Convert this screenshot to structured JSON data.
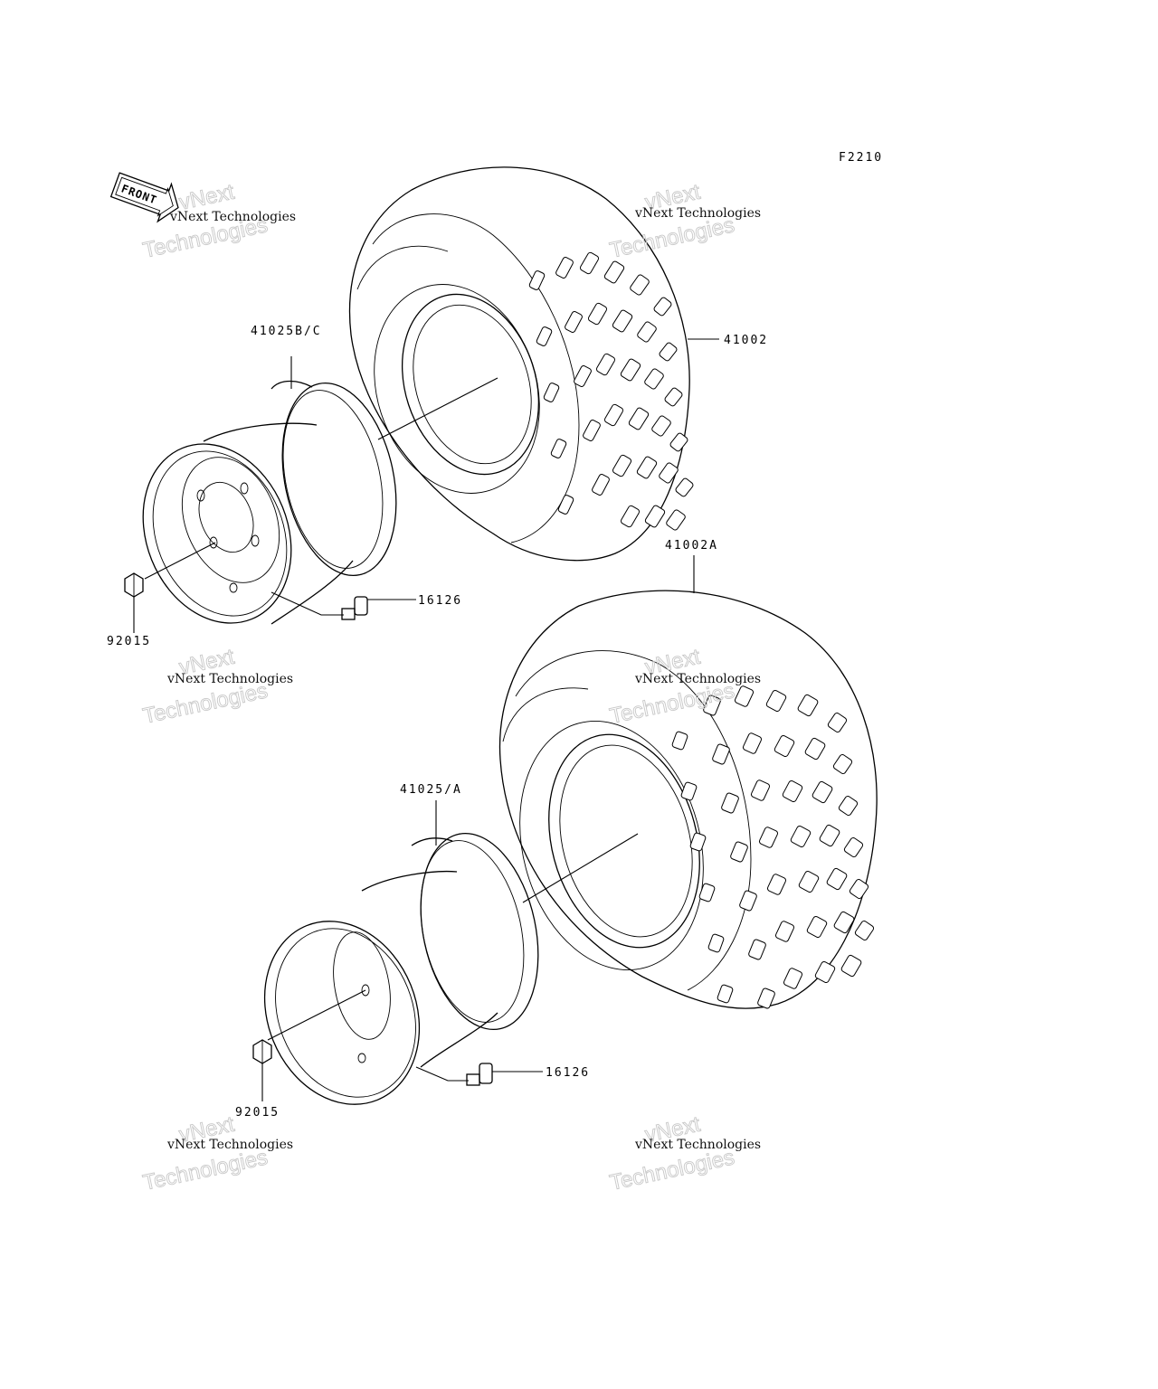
{
  "figure_code": "F2210",
  "front_arrow_label": "FRONT",
  "watermark": {
    "line1": "vNext Technologies",
    "line2": "vNext",
    "line3": "Technologies"
  },
  "callouts": {
    "front_tire": "41002",
    "front_wheel": "41025B/C",
    "front_valve": "16126",
    "front_nut": "92015",
    "rear_tire": "41002A",
    "rear_wheel": "41025/A",
    "rear_valve": "16126",
    "rear_nut": "92015"
  }
}
